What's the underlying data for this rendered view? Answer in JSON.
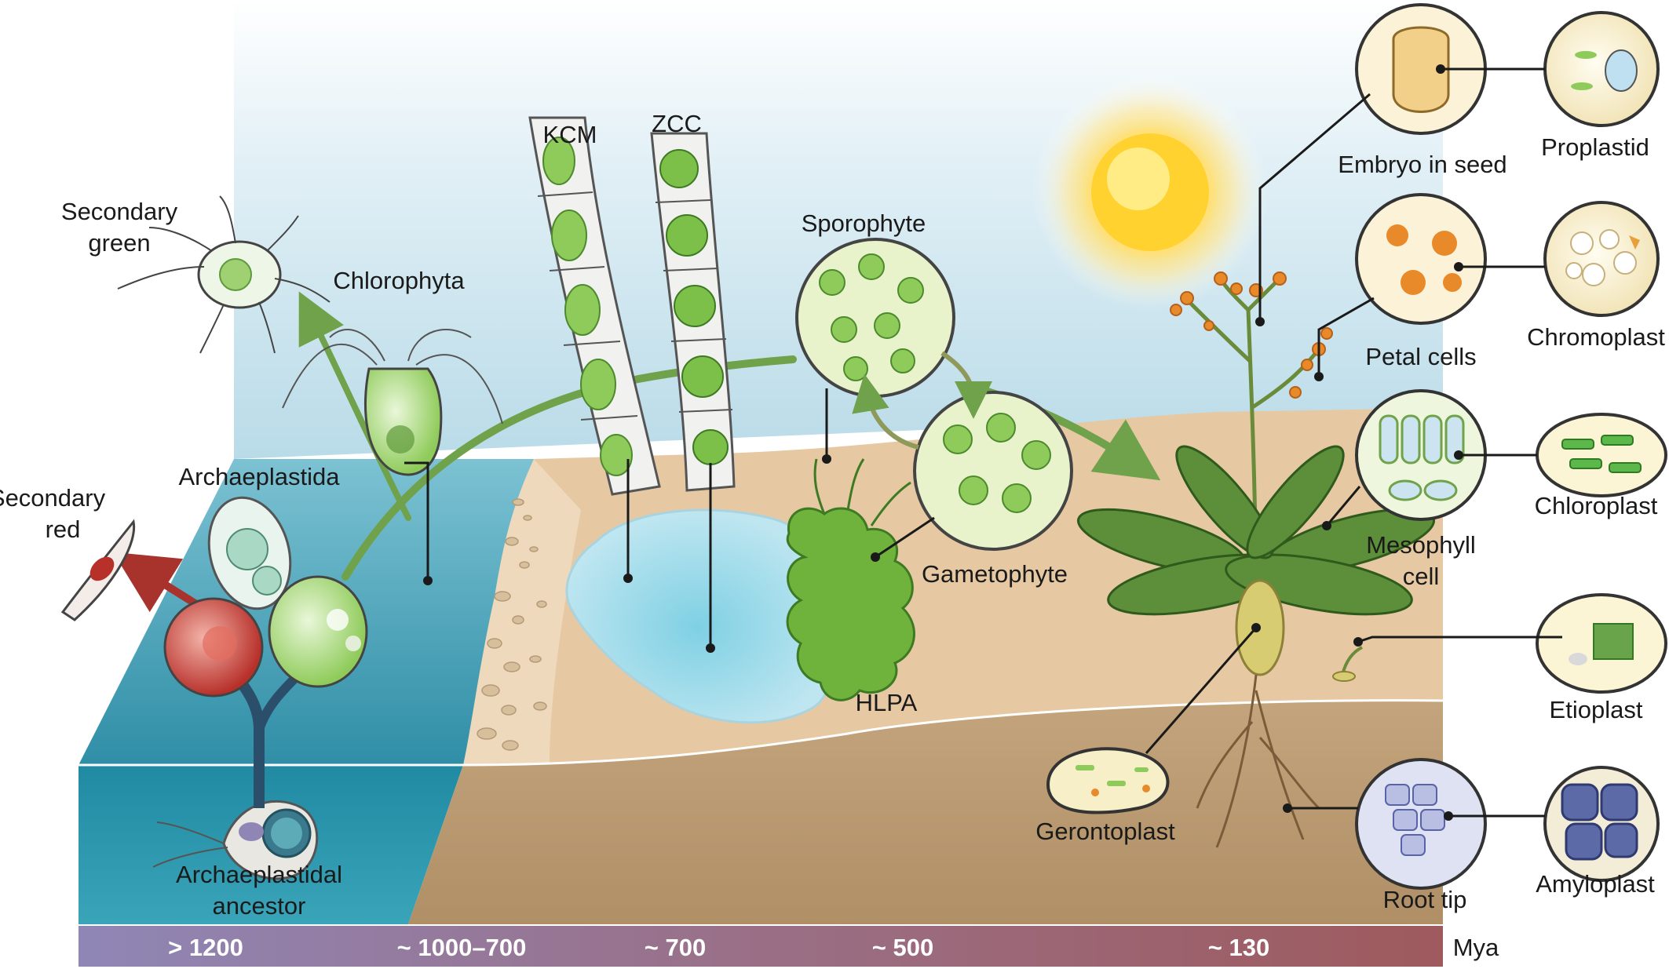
{
  "labels": {
    "secondary_green_1": "Secondary",
    "secondary_green_2": "green",
    "chlorophyta": "Chlorophyta",
    "secondary_red_1": "Secondary",
    "secondary_red_2": "red",
    "archaeplastida": "Archaeplastida",
    "ancestor_1": "Archaeplastidal",
    "ancestor_2": "ancestor",
    "kcm": "KCM",
    "zcc": "ZCC",
    "sporophyte": "Sporophyte",
    "gametophyte": "Gametophyte",
    "hlpa": "HLPA",
    "embryo": "Embryo in seed",
    "proplastid": "Proplastid",
    "petal": "Petal cells",
    "chromoplast": "Chromoplast",
    "mesophyll_1": "Mesophyll",
    "mesophyll_2": "cell",
    "chloroplast": "Chloroplast",
    "etioplast": "Etioplast",
    "gerontoplast": "Gerontoplast",
    "root_tip": "Root tip",
    "amyloplast": "Amyloplast"
  },
  "timeline": {
    "t1": "> 1200",
    "t2": "~ 1000–700",
    "t3": "~ 700",
    "t4": "~ 500",
    "t5": "~ 130",
    "unit": "Mya"
  },
  "colors": {
    "sky": "#cfe6f0",
    "sea": "#3a98ae",
    "sand": "#e6c9a2",
    "soil": "#b99a74",
    "green": "#7cc04a",
    "red": "#b7302a",
    "orange": "#e8892a",
    "timeline_start": "#8f86b6",
    "timeline_end": "#9e5a5d"
  }
}
